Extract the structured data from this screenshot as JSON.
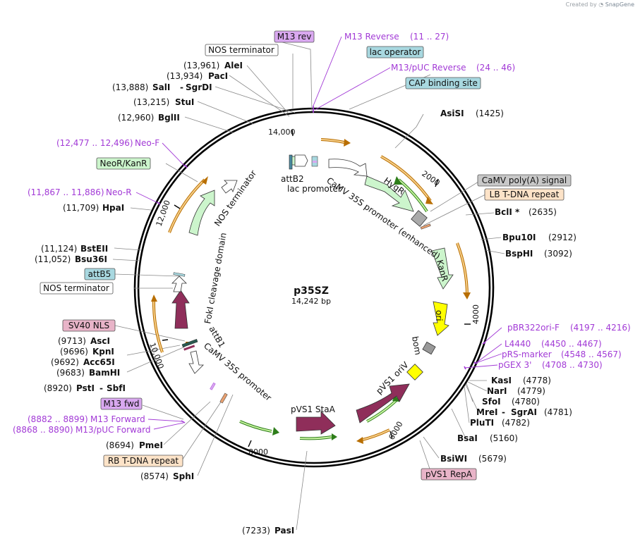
{
  "credit": {
    "prefix": "Created by",
    "brand": "SnapGene"
  },
  "plasmid": {
    "name": "p35SZ",
    "size": "14,242 bp"
  },
  "ticks": [
    "2000",
    "4000",
    "6000",
    "8000",
    "10,000",
    "12,000",
    "14,000"
  ],
  "boxes": {
    "m13_rev": "M13 rev",
    "nos_term_top": "NOS terminator",
    "lac_operator": "lac operator",
    "cap_site": "CAP binding site",
    "camv_polya": "CaMV poly(A) signal",
    "lb_tdna": "LB T-DNA repeat",
    "neor": "NeoR/KanR",
    "attb5": "attB5",
    "nos_term_left": "NOS terminator",
    "sv40": "SV40 NLS",
    "m13_fwd": "M13 fwd",
    "rb_tdna": "RB T-DNA repeat",
    "pvs1_repa": "pVS1 RepA"
  },
  "sites": {
    "alei": {
      "num": "(13,961)",
      "name": "AleI"
    },
    "paci": {
      "num": "(13,934)",
      "name": "PacI"
    },
    "sali": {
      "num": "(13,888)",
      "name": "SalI",
      "name2": "SgrDI"
    },
    "stui": {
      "num": "(13,215)",
      "name": "StuI"
    },
    "bglii": {
      "num": "(12,960)",
      "name": "BglII"
    },
    "hpai": {
      "num": "(11,709)",
      "name": "HpaI"
    },
    "bsteii": {
      "num": "(11,124)",
      "name": "BstEII"
    },
    "bsu36i": {
      "num": "(11,052)",
      "name": "Bsu36I"
    },
    "asci": {
      "num": "(9713)",
      "name": "AscI"
    },
    "kpni": {
      "num": "(9696)",
      "name": "KpnI"
    },
    "acc65i": {
      "num": "(9692)",
      "name": "Acc65I"
    },
    "bamhi": {
      "num": "(9683)",
      "name": "BamHI"
    },
    "psti": {
      "num": "(8920)",
      "name": "PstI",
      "name2": "SbfI"
    },
    "pmei": {
      "num": "(8694)",
      "name": "PmeI"
    },
    "sphi": {
      "num": "(8574)",
      "name": "SphI"
    },
    "pasi": {
      "num": "(7233)",
      "name": "PasI"
    },
    "asisi": {
      "num": "(1425)",
      "name": "AsiSI"
    },
    "bcli": {
      "num": "(2635)",
      "name": "BclI *"
    },
    "bpu10i": {
      "num": "(2912)",
      "name": "Bpu10I"
    },
    "bsphi": {
      "num": "(3092)",
      "name": "BspHI"
    },
    "kasi": {
      "num": "(4778)",
      "name": "KasI"
    },
    "nari": {
      "num": "(4779)",
      "name": "NarI"
    },
    "sfoi": {
      "num": "(4780)",
      "name": "SfoI"
    },
    "mrei": {
      "num": "(4781)",
      "name": "MreI",
      "name2": "SgrAI"
    },
    "pluti": {
      "num": "(4782)",
      "name": "PluTI"
    },
    "bsai": {
      "num": "(5160)",
      "name": "BsaI"
    },
    "bsiwi": {
      "num": "(5679)",
      "name": "BsiWI"
    }
  },
  "primers": {
    "m13_reverse": {
      "name": "M13 Reverse",
      "range": "(11 .. 27)"
    },
    "m13puc_reverse": {
      "name": "M13/pUC Reverse",
      "range": "(24 .. 46)"
    },
    "neo_f": {
      "range": "(12,477 .. 12,496)",
      "name": "Neo-F"
    },
    "neo_r": {
      "range": "(11,867 .. 11,886)",
      "name": "Neo-R"
    },
    "pbr322": {
      "name": "pBR322ori-F",
      "range": "(4197 .. 4216)"
    },
    "l4440": {
      "name": "L4440",
      "range": "(4450 .. 4467)"
    },
    "prs": {
      "name": "pRS-marker",
      "range": "(4548 .. 4567)"
    },
    "pgex": {
      "name": "pGEX 3'",
      "range": "(4708 .. 4730)"
    },
    "m13_forward": {
      "range": "(8882 .. 8899)",
      "name": "M13 Forward"
    },
    "m13puc_forward": {
      "range": "(8868 .. 8890)",
      "name": "M13/pUC Forward"
    }
  },
  "features": {
    "attb2": "attB2",
    "lac_promoter": "lac promoter",
    "camv_enh": "CaMV 35S promoter (enhanced)",
    "hygr": "HygR",
    "kanr": "KanR",
    "ori": "ori",
    "bom": "bom",
    "pvs1_oriv": "pVS1 oriV",
    "pvs1_staa": "pVS1 StaA",
    "camv_35s": "CaMV 35S promoter",
    "attb1": "attB1",
    "foki": "FokI cleavage domain",
    "nos_term_inner": "NOS terminator"
  },
  "colors": {
    "ring": "#000000",
    "primer": "#a23ad6",
    "orange_box": "#fde3c8",
    "green_box": "#ccf5cc",
    "blue_box": "#a8d8e0",
    "pink_box": "#e8b4c8",
    "purple_box": "#d9a8f0",
    "gray_box": "#c8c8c8",
    "maroon_feature": "#8f2e5a",
    "yellow_feature": "#ffff00",
    "green_feature": "#c8f5c8"
  }
}
